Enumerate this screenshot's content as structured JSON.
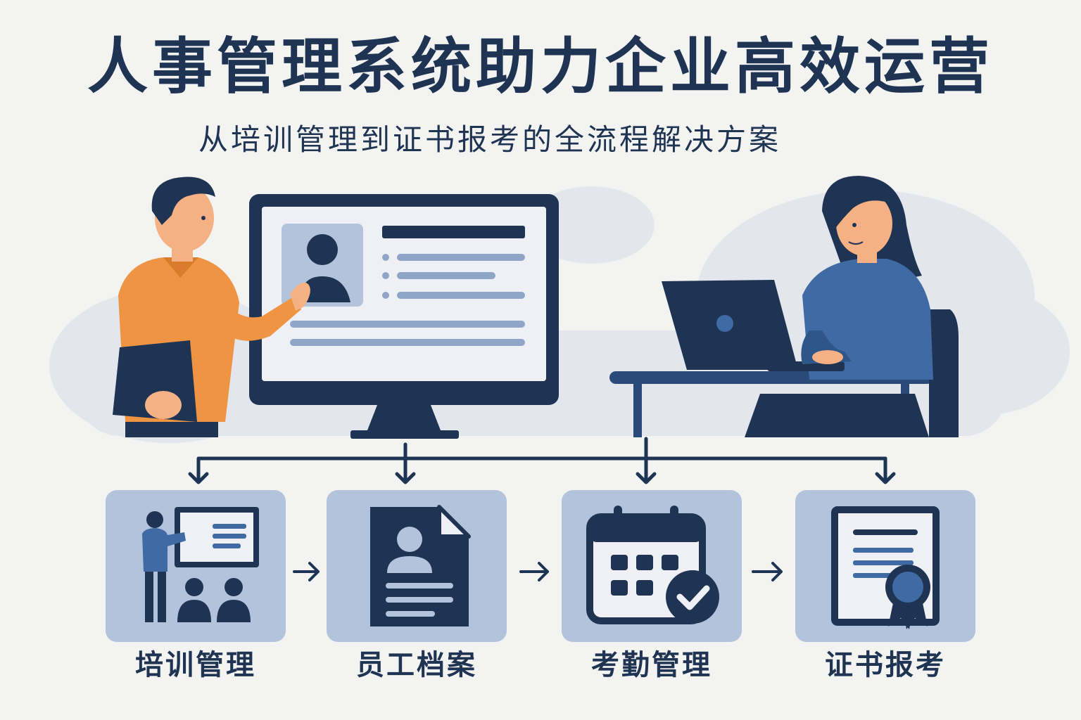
{
  "header": {
    "title": "人事管理系统助力企业高效运营",
    "subtitle": "从培训管理到证书报考的全流程解决方案"
  },
  "modules": [
    {
      "label": "培训管理",
      "icon": "training-presentation-icon"
    },
    {
      "label": "员工档案",
      "icon": "employee-file-icon"
    },
    {
      "label": "考勤管理",
      "icon": "attendance-calendar-icon"
    },
    {
      "label": "证书报考",
      "icon": "certificate-icon"
    }
  ],
  "colors": {
    "navy": "#1f3453",
    "card_blue": "#b3c3dc",
    "accent_orange": "#ef9442",
    "shirt_blue": "#3f6aa3",
    "background": "#f3f3f2"
  }
}
